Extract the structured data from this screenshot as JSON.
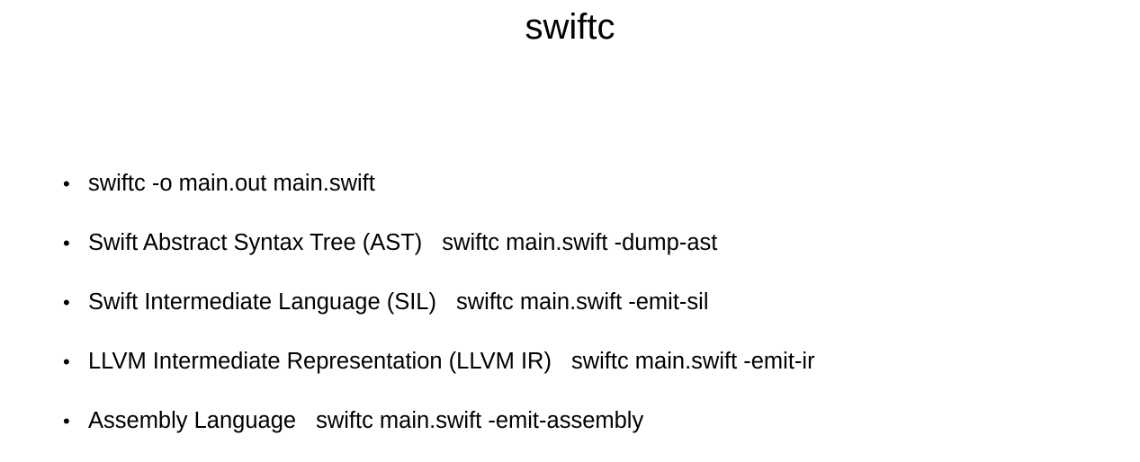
{
  "slide": {
    "title": "swiftc",
    "background_color": "#ffffff",
    "text_color": "#000000",
    "bullet_glyph": "•",
    "items": [
      {
        "marker": "•",
        "label": "swiftc -o main.out main.swift",
        "command": ""
      },
      {
        "marker": "•",
        "label": "Swift Abstract Syntax Tree (AST)",
        "command": "swiftc main.swift -dump-ast"
      },
      {
        "marker": "•",
        "label": "Swift Intermediate Language (SIL)",
        "command": "swiftc main.swift -emit-sil"
      },
      {
        "marker": "•",
        "label": "LLVM Intermediate Representation (LLVM IR)",
        "command": "swiftc main.swift -emit-ir"
      },
      {
        "marker": "•",
        "label": "Assembly Language",
        "command": "swiftc main.swift -emit-assembly"
      }
    ]
  }
}
